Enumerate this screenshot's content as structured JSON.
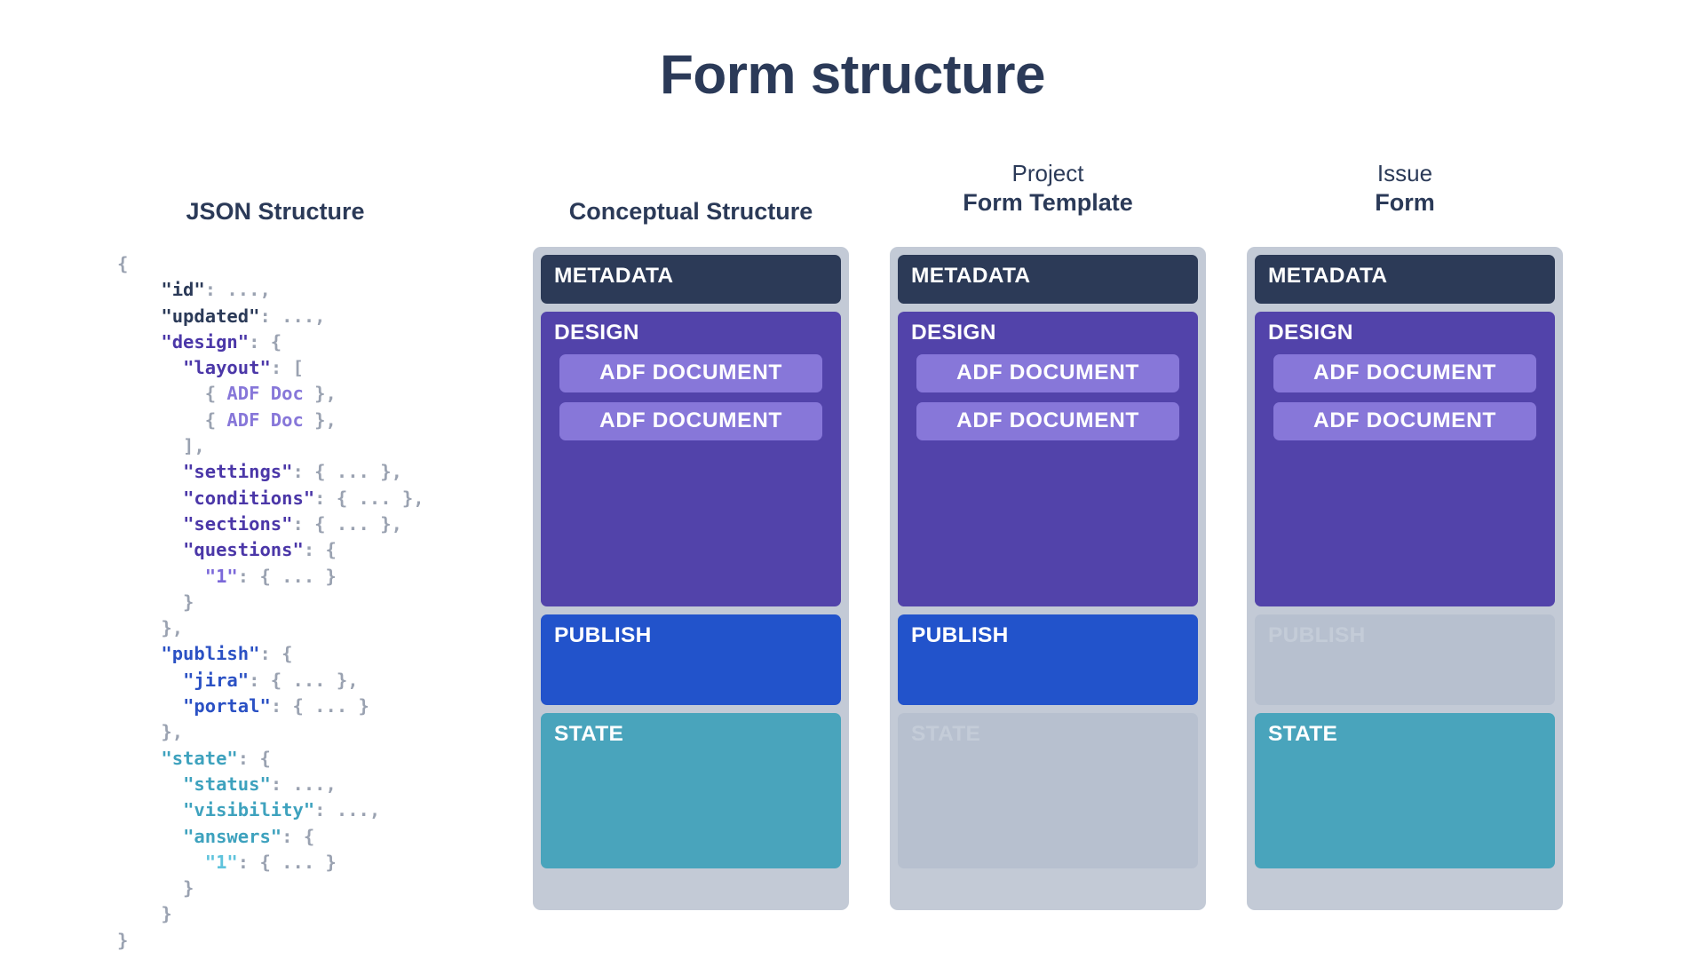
{
  "page": {
    "title": "Form structure",
    "title_color": "#2B3A58",
    "background": "#FFFFFF"
  },
  "columns": [
    {
      "id": "json",
      "superscript": "",
      "heading": "JSON Structure"
    },
    {
      "id": "concept",
      "superscript": "",
      "heading": "Conceptual Structure"
    },
    {
      "id": "project",
      "superscript": "Project",
      "heading": "Form Template"
    },
    {
      "id": "issue",
      "superscript": "Issue",
      "heading": "Form"
    }
  ],
  "json_structure": {
    "lines": [
      "{",
      "    \"id\": ...,",
      "    \"updated\": ...,",
      "    \"design\": {",
      "      \"layout\": [",
      "        { ADF Doc },",
      "        { ADF Doc },",
      "      ],",
      "      \"settings\": { ... },",
      "      \"conditions\": { ... },",
      "      \"sections\": { ... },",
      "      \"questions\": {",
      "        \"1\": { ... }",
      "      }",
      "    },",
      "    \"publish\": {",
      "      \"jira\": { ... },",
      "      \"portal\": { ... }",
      "    },",
      "    \"state\": {",
      "      \"status\": ...,",
      "      \"visibility\": ...,",
      "      \"answers\": {",
      "        \"1\": { ... }",
      "      }",
      "    }",
      "}"
    ],
    "token_colors": {
      "punctuation": "#9AA2B1",
      "plain_key": "#2B3A58",
      "design_key": "#4B37A8",
      "adf_doc": "#8777D9",
      "question_key": "#7B68D9",
      "publish_key": "#2B51C4",
      "state_key": "#3EA2BE",
      "answer_key": "#5FC3DC"
    }
  },
  "bands": {
    "metadata": {
      "label": "METADATA",
      "color": "#2C3A57"
    },
    "design": {
      "label": "DESIGN",
      "color": "#5243AA"
    },
    "publish": {
      "label": "PUBLISH",
      "color": "#2253CB"
    },
    "state": {
      "label": "STATE",
      "color": "#49A4BC"
    },
    "disabled_color": "#B7C0CF",
    "card_background": "#C3CAD6"
  },
  "adf_document": {
    "label": "ADF DOCUMENT",
    "color": "#8777D9"
  },
  "cards": {
    "concept": {
      "metadata_enabled": true,
      "design_enabled": true,
      "publish_enabled": true,
      "state_enabled": true,
      "adf_count": 2
    },
    "project": {
      "metadata_enabled": true,
      "design_enabled": true,
      "publish_enabled": true,
      "state_enabled": false,
      "adf_count": 2
    },
    "issue": {
      "metadata_enabled": true,
      "design_enabled": true,
      "publish_enabled": false,
      "state_enabled": true,
      "adf_count": 2
    }
  }
}
